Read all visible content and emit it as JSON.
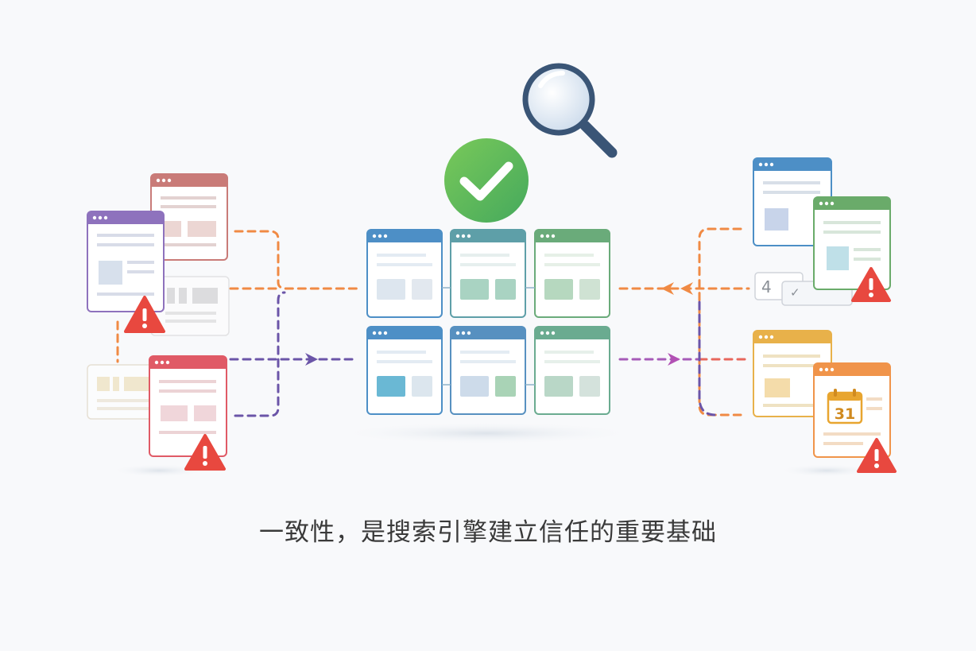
{
  "caption": "一致性，是搜索引擎建立信任的重要基础",
  "colors": {
    "orange": "#f08a44",
    "purple": "#6b55a8",
    "magenta": "#b251b4",
    "check_green": "#5cba5c",
    "warning_red": "#e8483f",
    "magnifier_frame": "#3a5576"
  },
  "left_cluster": {
    "window_header_colors": [
      "#c97b78",
      "#8e72bd",
      "#d8d8d8",
      "#e2d8c4",
      "#e05a66"
    ],
    "warnings": 2
  },
  "center_grid": {
    "window_header_colors": [
      "#4d8fc6",
      "#5e9fa8",
      "#6aab7a",
      "#4d8fc6",
      "#5790c0",
      "#6aab90"
    ]
  },
  "right_cluster": {
    "window_header_colors": [
      "#4d8fc6",
      "#6aab6a",
      "#e8b14a",
      "#f0944a"
    ],
    "calendar_day": "31",
    "small_card_number": "4",
    "warnings": 2
  }
}
